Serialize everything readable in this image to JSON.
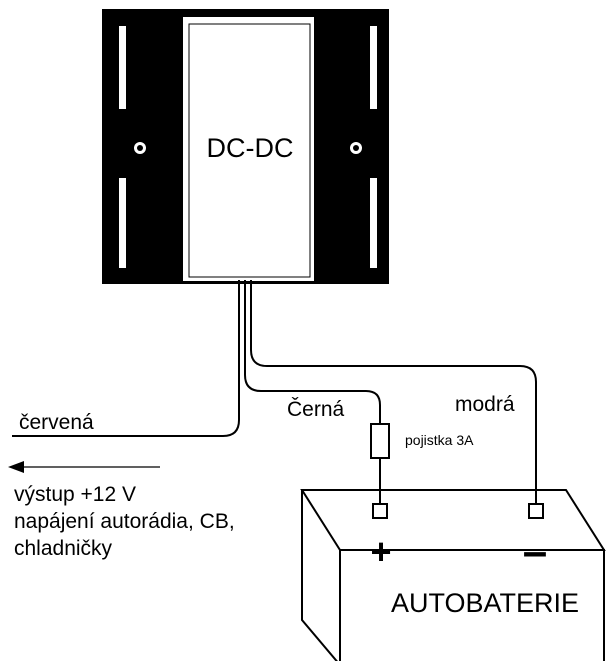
{
  "converter": {
    "label": "DC-DC"
  },
  "wires": {
    "red_label": "červená",
    "black_label": "Černá",
    "blue_label": "modrá"
  },
  "fuse": {
    "label": "pojistka 3A"
  },
  "output": {
    "line1": "výstup  +12 V",
    "line2": "napájení autorádia, CB,",
    "line3": "chladničky"
  },
  "battery": {
    "label": "AUTOBATERIE",
    "plus_symbol": "+",
    "minus_symbol": "–"
  }
}
